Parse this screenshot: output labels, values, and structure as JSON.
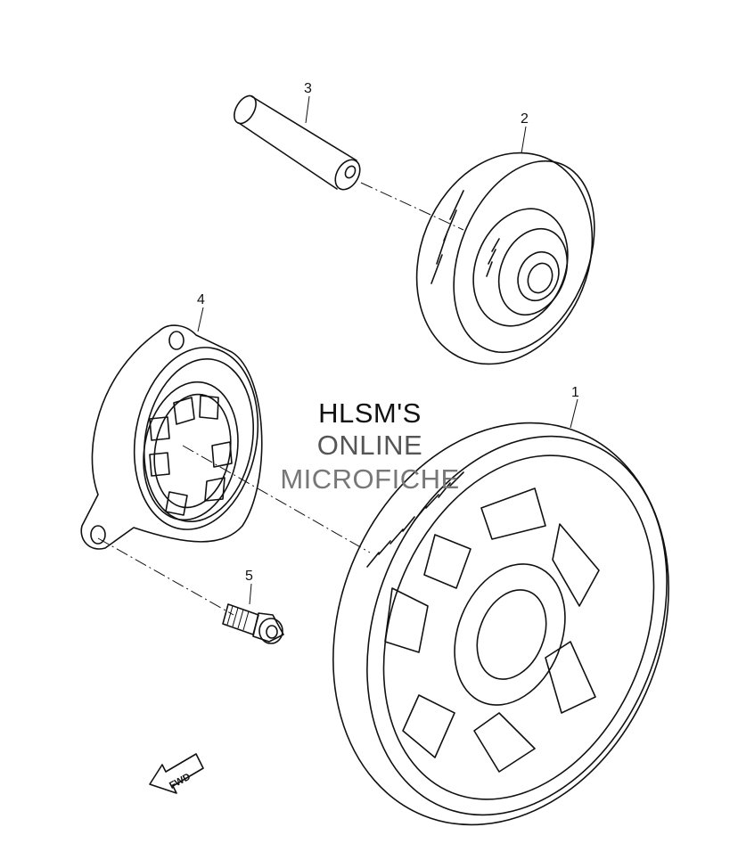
{
  "callouts": [
    {
      "id": "1",
      "label": "1"
    },
    {
      "id": "2",
      "label": "2"
    },
    {
      "id": "3",
      "label": "3"
    },
    {
      "id": "4",
      "label": "4"
    },
    {
      "id": "5",
      "label": "5"
    }
  ],
  "watermark": {
    "line1": "HLSM'S",
    "line2": "ONLINE",
    "line3": "MICROFICHE"
  },
  "fwd_label": "FWD",
  "colors": {
    "line": "#111111",
    "background": "#ffffff",
    "watermark_dark": "#111111",
    "watermark_mid": "#555555",
    "watermark_light": "#777777"
  }
}
